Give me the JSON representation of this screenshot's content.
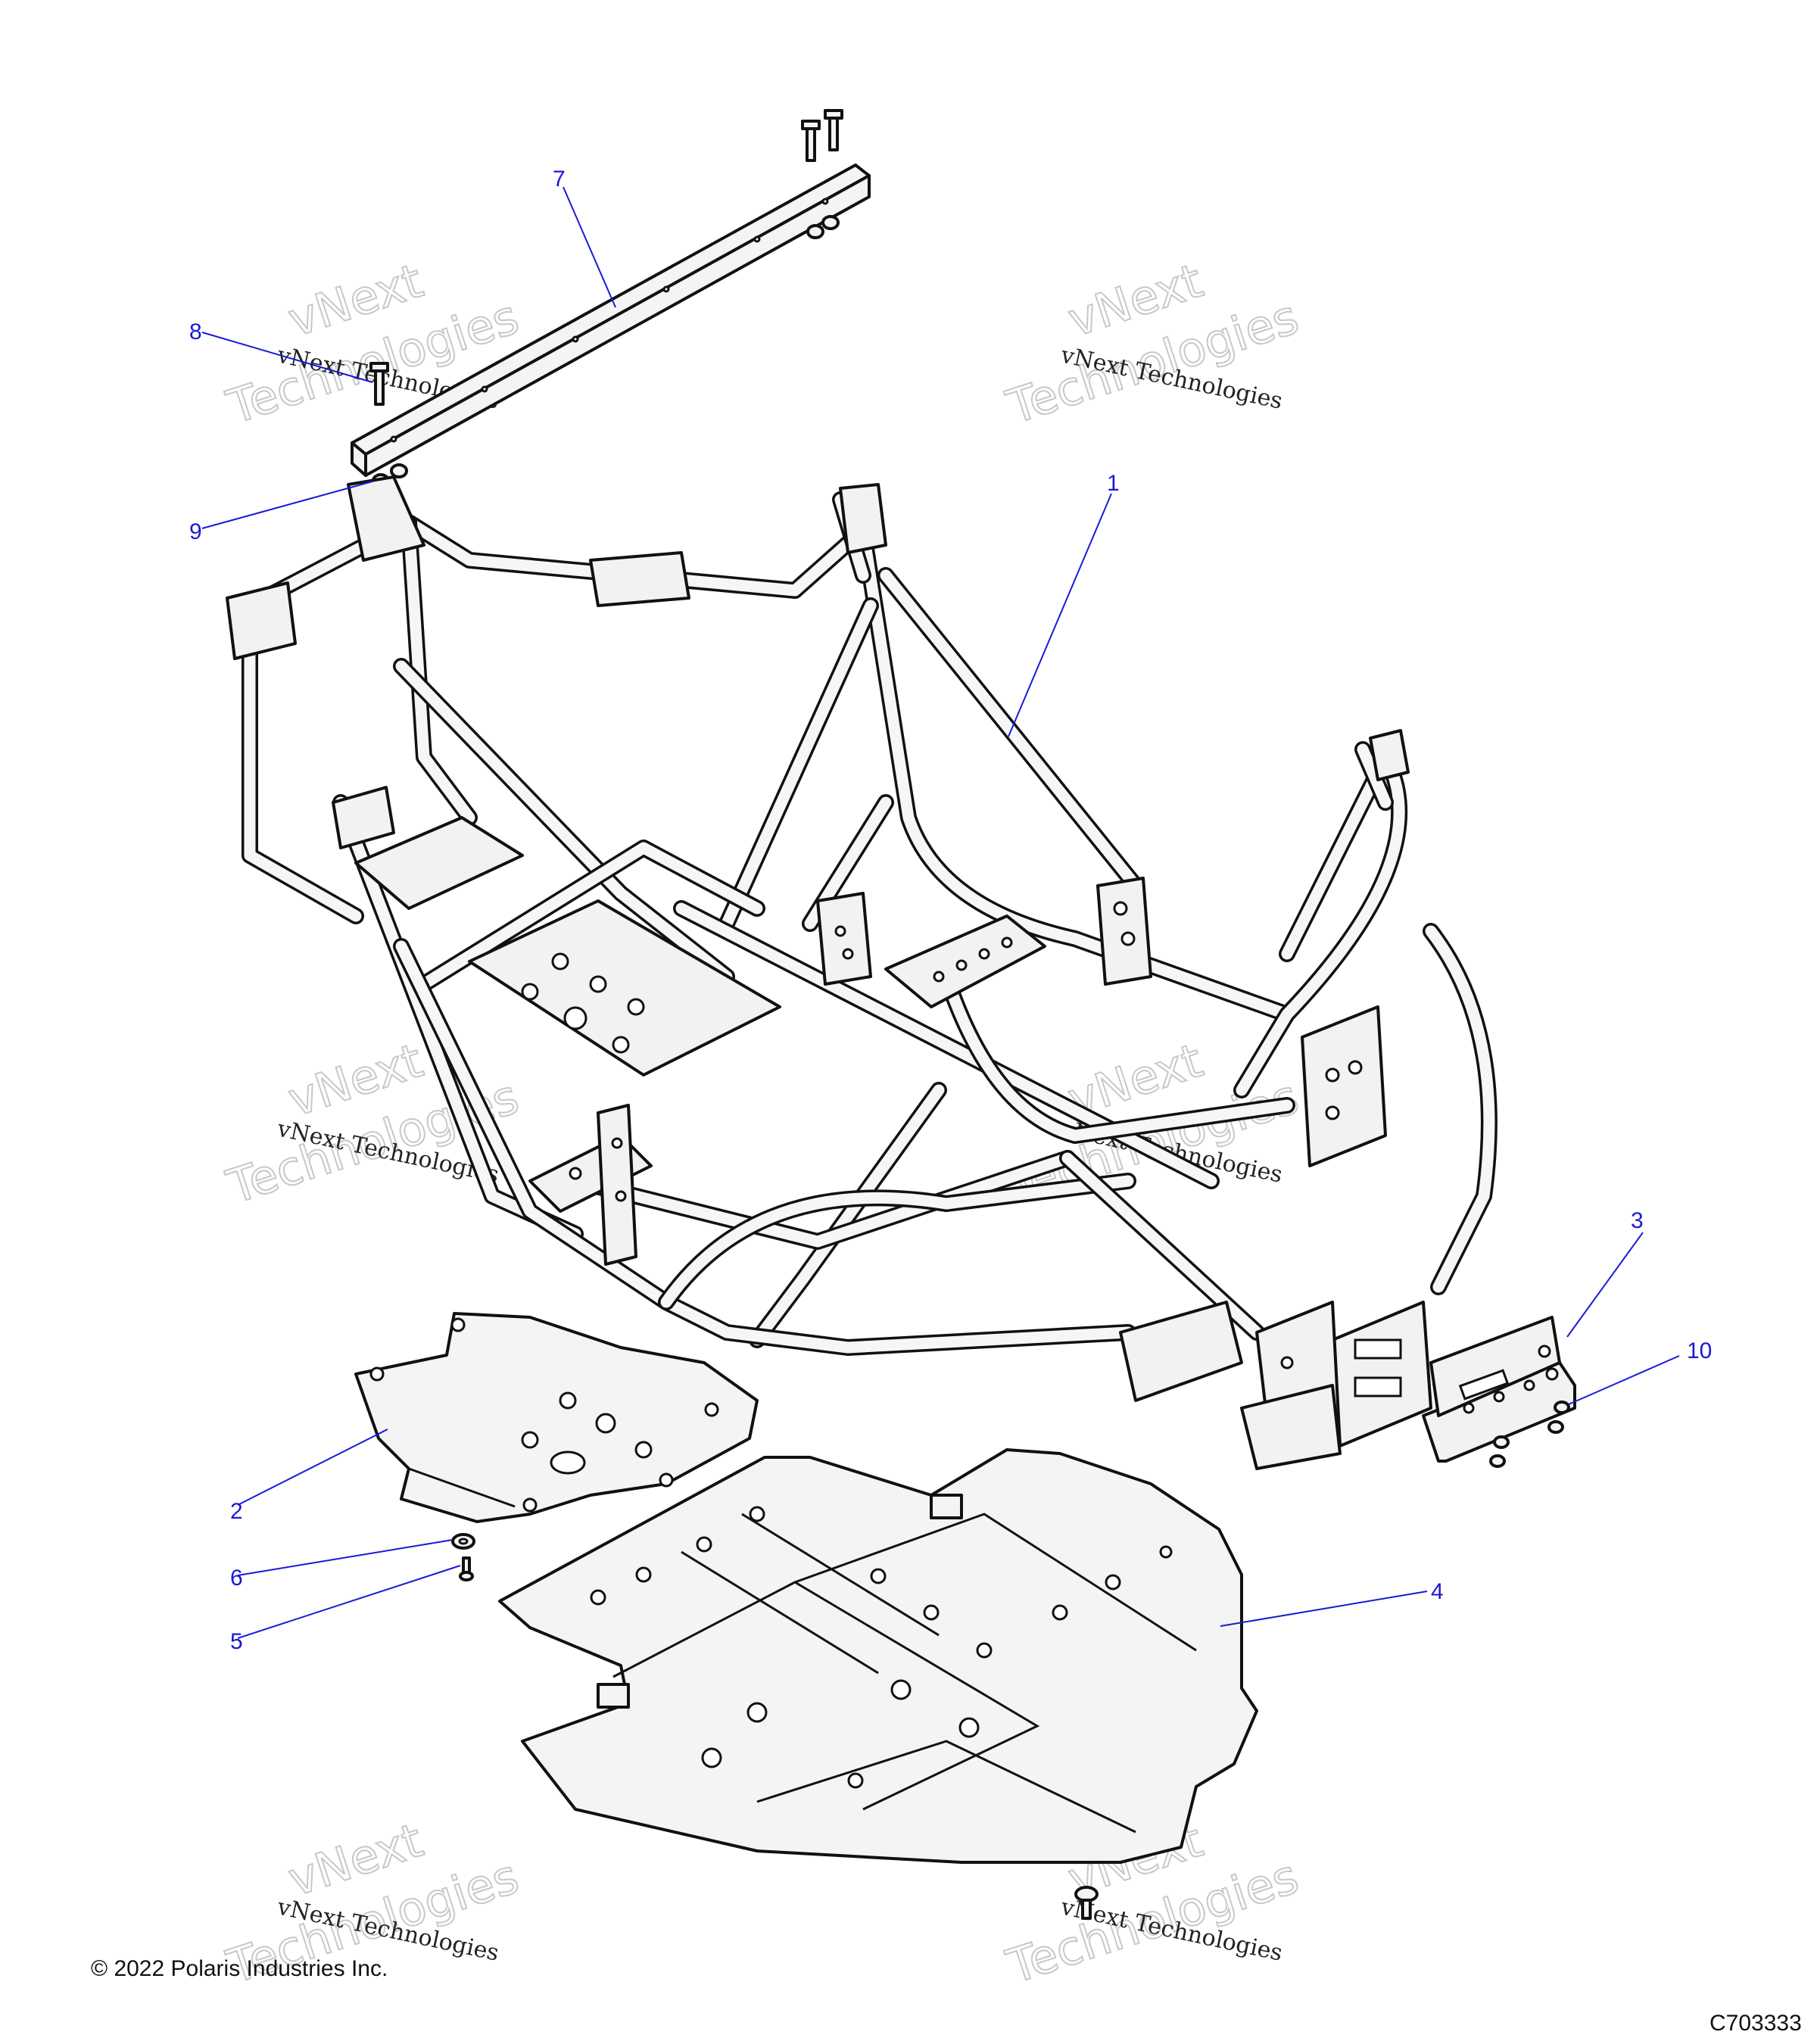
{
  "callouts": [
    {
      "id": "1",
      "label": "1"
    },
    {
      "id": "2",
      "label": "2"
    },
    {
      "id": "3",
      "label": "3"
    },
    {
      "id": "4",
      "label": "4"
    },
    {
      "id": "5",
      "label": "5"
    },
    {
      "id": "6",
      "label": "6"
    },
    {
      "id": "7",
      "label": "7"
    },
    {
      "id": "8",
      "label": "8"
    },
    {
      "id": "9",
      "label": "9"
    },
    {
      "id": "10",
      "label": "10"
    }
  ],
  "watermark": {
    "line1": "vNext Technologies",
    "line2": "vNext",
    "line3": "Technologies"
  },
  "footer": {
    "copyright": "© 2022 Polaris Industries Inc.",
    "figure_code": "C703333"
  },
  "colors": {
    "callout": "#1a1ad6",
    "line_art": "#111111"
  }
}
